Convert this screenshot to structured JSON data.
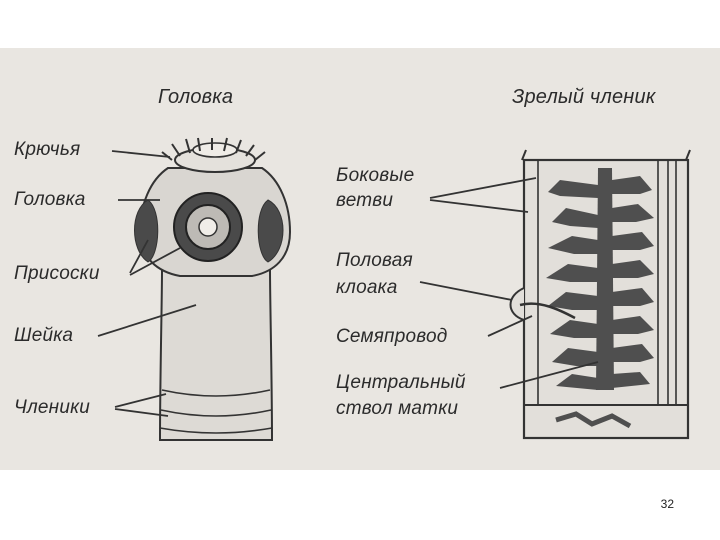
{
  "left_figure": {
    "title": "Головка",
    "labels": {
      "hooks": "Крючья",
      "head": "Головка",
      "suckers": "Присоски",
      "neck": "Шейка",
      "segments": "Членики"
    }
  },
  "right_figure": {
    "title": "Зрелый членик",
    "labels": {
      "lateral_branches": [
        "Боковые",
        "ветви"
      ],
      "genital_cloaca": [
        "Половая",
        "клоака"
      ],
      "vas_deferens": "Семяпровод",
      "central_trunk": [
        "Центральный",
        "ствол матки"
      ]
    }
  },
  "page_number": "32"
}
